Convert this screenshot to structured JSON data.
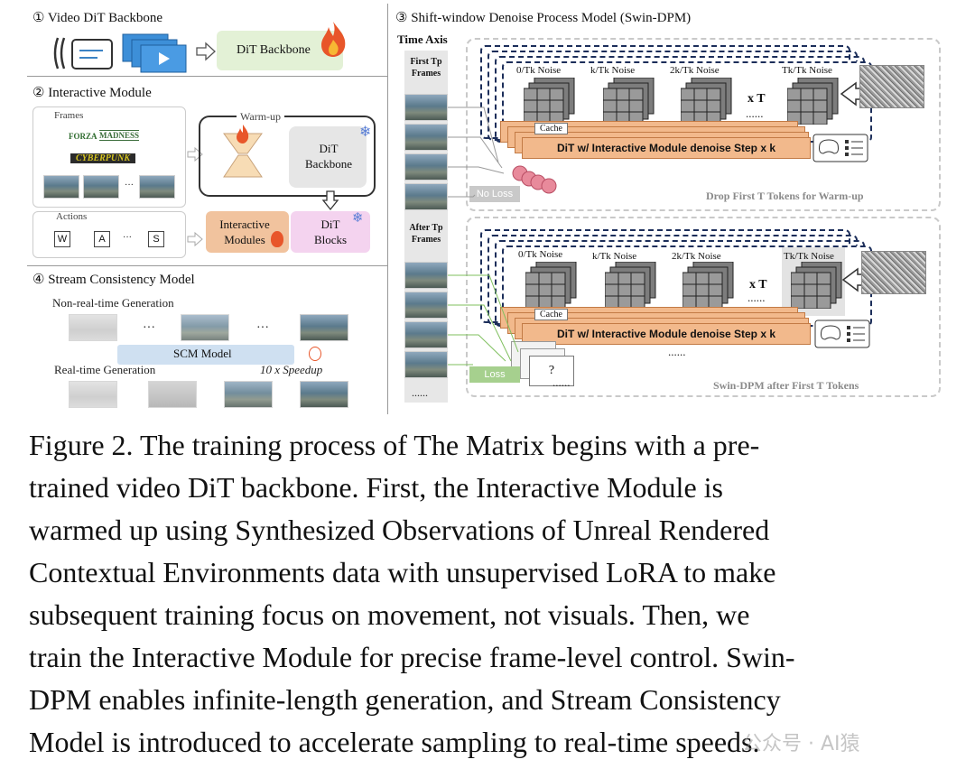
{
  "figure": {
    "section1": {
      "title": "① Video DiT Backbone",
      "backbone_label": "DiT Backbone"
    },
    "section2": {
      "title": "② Interactive Module",
      "frames_label": "Frames",
      "warmup_label": "Warm-up",
      "dit_backbone_label": "DiT Backbone",
      "actions_label": "Actions",
      "keys": [
        "W",
        "A",
        "S"
      ],
      "ellipsis": "···",
      "interactive_modules_label": "Interactive Modules",
      "dit_blocks_label": "DiT Blocks",
      "logo_texts": [
        "FORZA",
        "MADNESS",
        "CYBERPUNK"
      ]
    },
    "section4": {
      "title": "④ Stream Consistency Model",
      "nonrealtime_label": "Non-real-time Generation",
      "scm_label": "SCM Model",
      "realtime_label": "Real-time Generation",
      "speedup_label": "10 x Speedup",
      "dots": "···"
    },
    "section3": {
      "title": "③ Shift-window Denoise Process Model (Swin-DPM)",
      "time_axis": "Time Axis",
      "first_frames": "First Tp Frames",
      "after_frames": "After Tp Frames",
      "noise_labels": [
        "0/Tk Noise",
        "k/Tk Noise",
        "2k/Tk Noise",
        "Tk/Tk Noise"
      ],
      "times_t": "x T",
      "cache": "Cache",
      "band_label": "DiT w/ Interactive Module denoise Step x k",
      "no_loss": "No Loss",
      "loss": "Loss",
      "question": "?",
      "drop_label": "Drop First T Tokens for Warm-up",
      "swin_label": "Swin-DPM after First T Tokens",
      "dots": "......"
    }
  },
  "caption": {
    "lines": [
      "Figure 2.  The training process of The Matrix begins with a pre-",
      "trained video DiT backbone.  First, the Interactive Module is",
      "warmed up using Synthesized Observations of Unreal Rendered",
      "Contextual Environments data with unsupervised LoRA to make",
      "subsequent training focus on movement, not visuals.  Then, we",
      "train the Interactive Module for precise frame-level control. Swin-",
      "DPM enables infinite-length generation, and Stream Consistency",
      "Model is introduced to accelerate sampling to real-time speeds."
    ]
  },
  "watermark": "公众号 · AI猿",
  "colors": {
    "green": "#e3f1d6",
    "orange": "#f1c39e",
    "pink": "#f4d3ef",
    "band": "#f2b98c",
    "fire": "#e8562a"
  }
}
